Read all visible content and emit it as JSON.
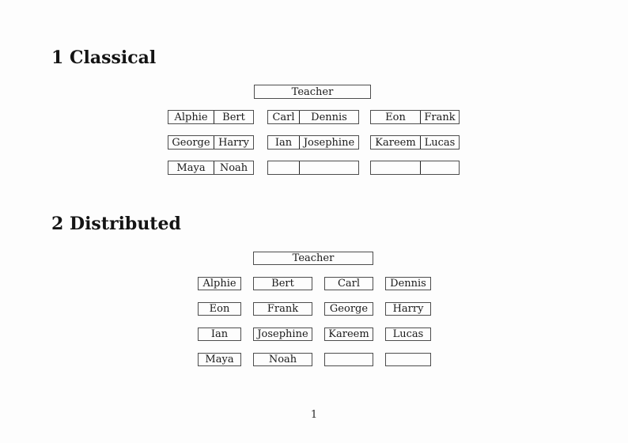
{
  "colors": {
    "background": "#fdfdfd",
    "border": "#4d4d4d",
    "text": "#1a1a1a"
  },
  "page_number": "1",
  "sections": [
    {
      "number": "1",
      "title": "Classical",
      "teacher_label": "Teacher",
      "rows": [
        [
          [
            "Alphie",
            "Bert"
          ],
          [
            "Carl",
            "Dennis"
          ],
          [
            "Eon",
            "Frank"
          ]
        ],
        [
          [
            "George",
            "Harry"
          ],
          [
            "Ian",
            "Josephine"
          ],
          [
            "Kareem",
            "Lucas"
          ]
        ],
        [
          [
            "Maya",
            "Noah"
          ],
          [
            "",
            ""
          ],
          [
            "",
            ""
          ]
        ]
      ]
    },
    {
      "number": "2",
      "title": "Distributed",
      "teacher_label": "Teacher",
      "rows": [
        [
          "Alphie",
          "Bert",
          "Carl",
          "Dennis"
        ],
        [
          "Eon",
          "Frank",
          "George",
          "Harry"
        ],
        [
          "Ian",
          "Josephine",
          "Kareem",
          "Lucas"
        ],
        [
          "Maya",
          "Noah",
          "",
          ""
        ]
      ]
    }
  ]
}
